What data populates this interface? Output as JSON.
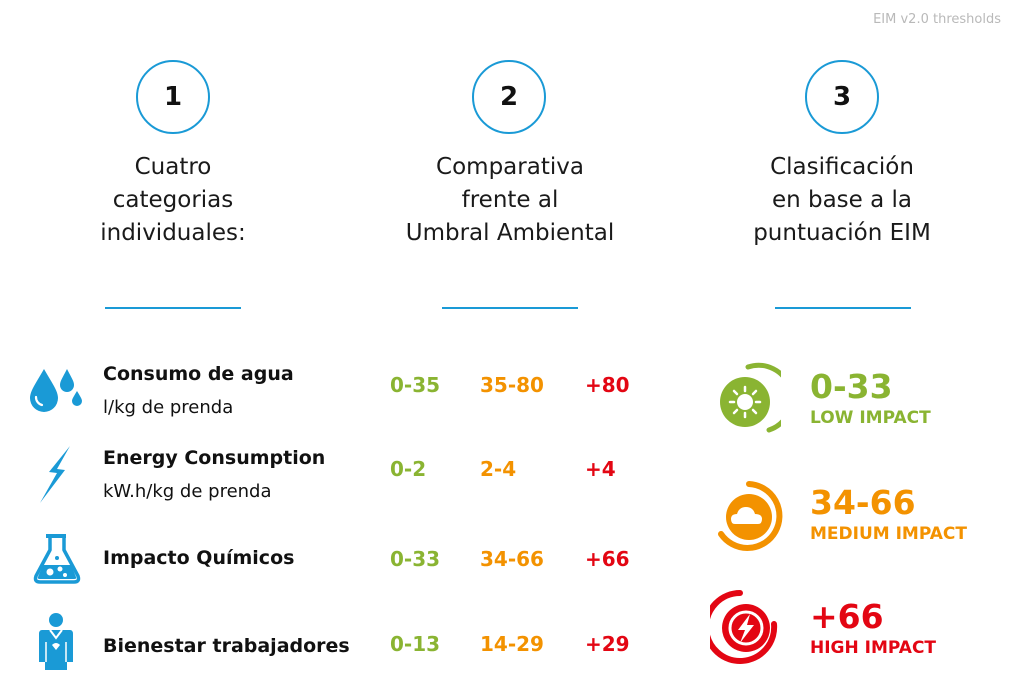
{
  "corner_label": "EIM v2.0 thresholds",
  "steps": [
    {
      "number": "1",
      "lines": [
        "Cuatro",
        "categorias",
        "individuales:"
      ]
    },
    {
      "number": "2",
      "lines": [
        "Comparativa",
        "frente al",
        "Umbral Ambiental"
      ]
    },
    {
      "number": "3",
      "lines": [
        "Clasificación",
        "en base a la",
        "puntuación EIM"
      ]
    }
  ],
  "categories": [
    {
      "title": "Consumo de agua",
      "subtitle": "l/kg de prenda",
      "icon": "water-drops-icon",
      "low": "0-35",
      "medium": "35-80",
      "high": "+80"
    },
    {
      "title": "Energy Consumption",
      "subtitle": "kW.h/kg de prenda",
      "icon": "lightning-icon",
      "low": "0-2",
      "medium": "2-4",
      "high": "+4"
    },
    {
      "title": "Impacto Químicos",
      "subtitle": "",
      "icon": "flask-icon",
      "low": "0-33",
      "medium": "34-66",
      "high": "+66"
    },
    {
      "title": "Bienestar trabajadores",
      "subtitle": "",
      "icon": "worker-icon",
      "low": "0-13",
      "medium": "14-29",
      "high": "+29"
    }
  ],
  "impacts": [
    {
      "range": "0-33",
      "label": "LOW IMPACT",
      "icon": "sun-gauge-icon"
    },
    {
      "range": "34-66",
      "label": "MEDIUM IMPACT",
      "icon": "cloud-gauge-icon"
    },
    {
      "range": "+66",
      "label": "HIGH IMPACT",
      "icon": "storm-gauge-icon"
    }
  ],
  "colors": {
    "accent": "#1a9ad6",
    "low": "#8ab432",
    "medium": "#f39200",
    "high": "#e30613"
  }
}
